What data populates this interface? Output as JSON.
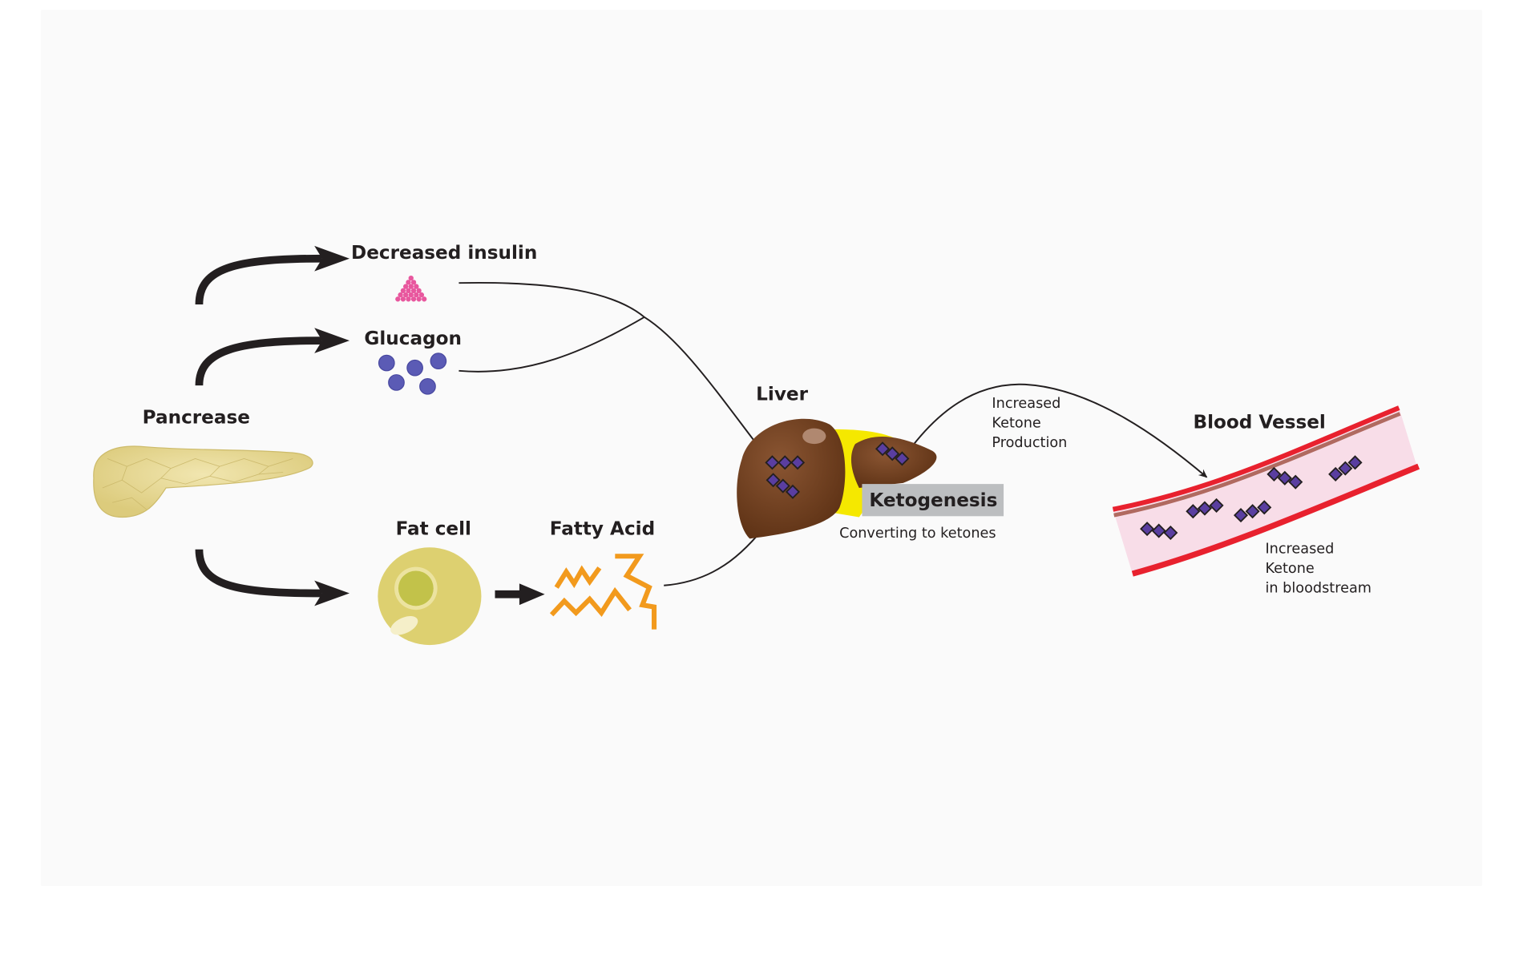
{
  "labels": {
    "decreased_insulin": "Decreased insulin",
    "glucagon": "Glucagon",
    "pancreas": "Pancrease",
    "fat_cell": "Fat cell",
    "fatty_acid": "Fatty Acid",
    "liver": "Liver",
    "ketogenesis": "Ketogenesis",
    "converting": "Converting to ketones",
    "increased_production": [
      "Increased",
      "Ketone",
      "Production"
    ],
    "blood_vessel": "Blood Vessel",
    "increased_bloodstream": [
      "Increased",
      "Ketone",
      "in bloodstream"
    ]
  },
  "colors": {
    "insulin": "#e8579e",
    "glucagon": "#5b5bb5",
    "pancreas": "#e6d78f",
    "fat_cell": "#ddd070",
    "fat_nucleus": "#c2c24a",
    "fatty_acid": "#f29a1d",
    "liver": "#6b3b1b",
    "gallbladder": "#f5e800",
    "ketone": "#5a3ea0",
    "vessel_wall": "#e8212e",
    "vessel_inside": "#f8dde8",
    "ketogenesis_box": "#bcbec0"
  }
}
